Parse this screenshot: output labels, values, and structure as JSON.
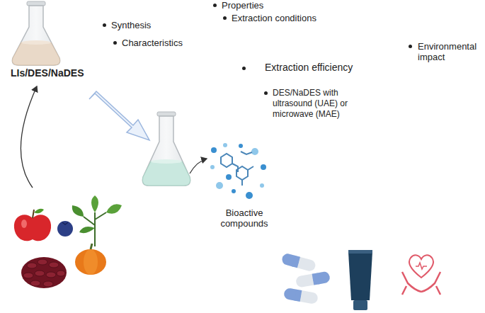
{
  "diagram": {
    "labels": [
      "LIs/DES/NaDES",
      "Synthesis",
      "Characteristics",
      "Properties",
      "Extraction conditions",
      "Extraction efficiency",
      "DES/NaDES with ultrasound (UAE) or microwave (MAE)",
      "Environmental impact",
      "Bioactive compounds"
    ]
  }
}
